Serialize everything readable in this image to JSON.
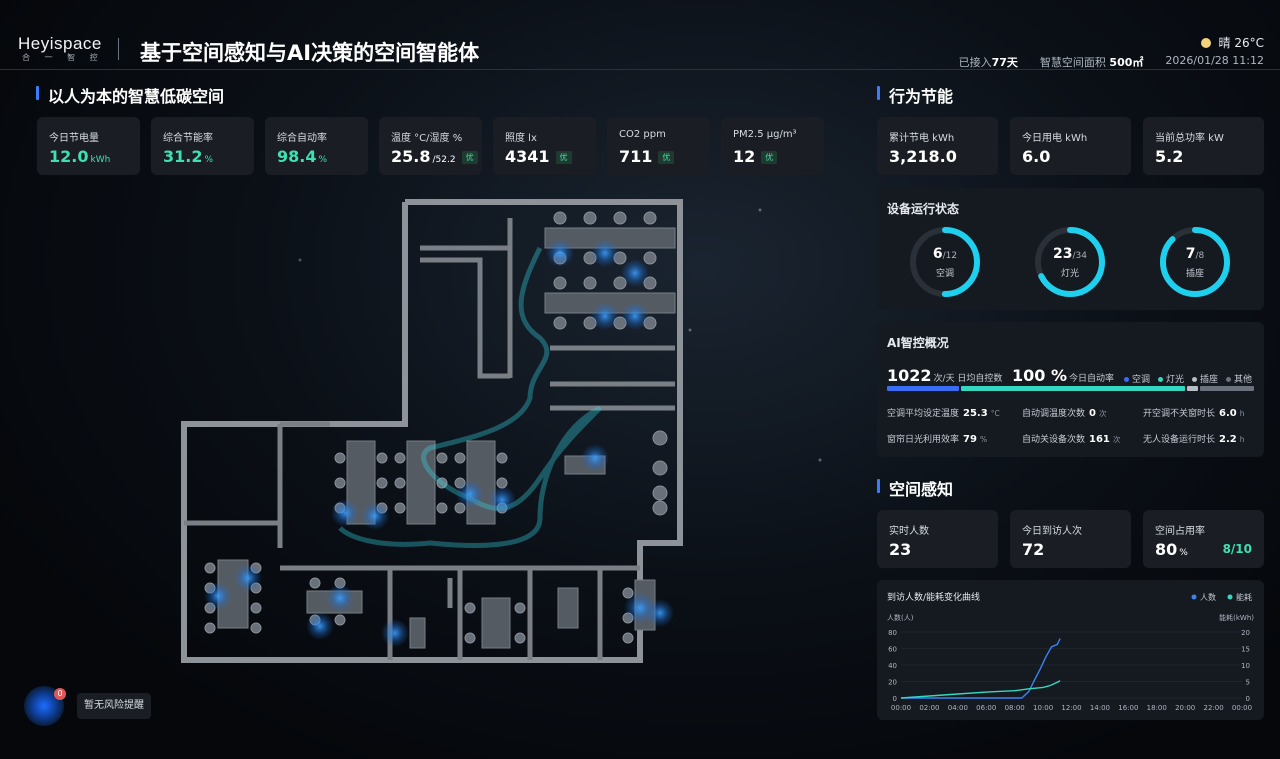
{
  "header": {
    "logo": "Heyispace",
    "logo_sub": "合 一 智 控",
    "title": "基于空间感知与AI决策的空间智能体",
    "weather": "晴 26°C",
    "connected_label": "已接入",
    "connected_value": "77天",
    "area_label": "智慧空间面积",
    "area_value": "500㎡",
    "datetime": "2026/01/28  11:12"
  },
  "left": {
    "section_title": "以人为本的智慧低碳空间",
    "metrics": [
      {
        "label": "今日节电量",
        "value": "12.0",
        "unit": "kWh",
        "tag": ""
      },
      {
        "label": "综合节能率",
        "value": "31.2",
        "unit": "%",
        "tag": ""
      },
      {
        "label": "综合自动率",
        "value": "98.4",
        "unit": "%",
        "tag": ""
      },
      {
        "label": "温度 °C/湿度 %",
        "value": "25.8",
        "unit": "/52.2",
        "tag": "优"
      },
      {
        "label": "照度 lx",
        "value": "4341",
        "unit": "",
        "tag": "优"
      },
      {
        "label": "CO2 ppm",
        "value": "711",
        "unit": "",
        "tag": "优"
      },
      {
        "label": "PM2.5 μg/m³",
        "value": "12",
        "unit": "",
        "tag": "优"
      }
    ]
  },
  "right": {
    "energy_title": "行为节能",
    "energy": [
      {
        "label": "累计节电 kWh",
        "value": "3,218.0"
      },
      {
        "label": "今日用电 kWh",
        "value": "6.0"
      },
      {
        "label": "当前总功率 kW",
        "value": "5.2"
      }
    ],
    "devices_title": "设备运行状态",
    "devices": [
      {
        "on": "6",
        "total": "/12",
        "label": "空调",
        "ratio": 0.5
      },
      {
        "on": "23",
        "total": "/34",
        "label": "灯光",
        "ratio": 0.676
      },
      {
        "on": "7",
        "total": "/8",
        "label": "插座",
        "ratio": 0.875
      }
    ],
    "ai_title": "AI智控概况",
    "ai_count": "1022",
    "ai_count_unit": "次/天 日均自控数",
    "ai_auto": "100 %",
    "ai_auto_label": "今日自动率",
    "ai_legend": [
      {
        "label": "空调",
        "color": "#3b6cf6"
      },
      {
        "label": "灯光",
        "color": "#34d8c0"
      },
      {
        "label": "插座",
        "color": "#b8bcc4"
      },
      {
        "label": "其他",
        "color": "#6b727c"
      }
    ],
    "ai_bar_shares": [
      0.2,
      0.62,
      0.03,
      0.15
    ],
    "ai_stats": [
      {
        "label": "空调平均设定温度",
        "value": "25.3",
        "unit": "°C"
      },
      {
        "label": "自动调温度次数",
        "value": "0",
        "unit": "次"
      },
      {
        "label": "开空调不关窗时长",
        "value": "6.0",
        "unit": "h"
      },
      {
        "label": "窗帘日光利用效率",
        "value": "79",
        "unit": "%"
      },
      {
        "label": "自动关设备次数",
        "value": "161",
        "unit": "次"
      },
      {
        "label": "无人设备运行时长",
        "value": "2.2",
        "unit": "h"
      }
    ],
    "space_title": "空间感知",
    "space": [
      {
        "label": "实时人数",
        "value": "23",
        "unit": "",
        "extra": ""
      },
      {
        "label": "今日到访人次",
        "value": "72",
        "unit": "",
        "extra": ""
      },
      {
        "label": "空间占用率",
        "value": "80",
        "unit": "%",
        "extra": "8/10"
      }
    ]
  },
  "chart_data": {
    "type": "line",
    "title": "到访人数/能耗变化曲线",
    "ylabel_left": "人数(人)",
    "ylabel_right": "能耗(kWh)",
    "y_left_ticks": [
      0,
      20,
      40,
      60,
      80
    ],
    "y_right_ticks": [
      0,
      5,
      10,
      15,
      20
    ],
    "ylim_left": [
      0,
      80
    ],
    "ylim_right": [
      0,
      20
    ],
    "x_ticks": [
      "00:00",
      "02:00",
      "04:00",
      "06:00",
      "08:00",
      "10:00",
      "12:00",
      "14:00",
      "16:00",
      "18:00",
      "20:00",
      "22:00",
      "00:00"
    ],
    "xlim_hours": [
      0,
      24
    ],
    "legend_placement": "top-right",
    "series": [
      {
        "name": "人数",
        "axis": "left",
        "color": "#3b82f6",
        "x": [
          0,
          8.5,
          9.0,
          9.4,
          9.8,
          10.2,
          10.6,
          11.0,
          11.2
        ],
        "y": [
          0,
          0,
          8,
          22,
          35,
          50,
          62,
          65,
          72
        ]
      },
      {
        "name": "能耗",
        "axis": "right",
        "color": "#34d8c0",
        "x": [
          0,
          2,
          4,
          6,
          8,
          9,
          10,
          10.5,
          11.0,
          11.2
        ],
        "y": [
          0,
          0.6,
          1.2,
          1.8,
          2.2,
          2.8,
          3.2,
          3.8,
          4.8,
          5.2
        ]
      }
    ]
  },
  "notice": {
    "badge": "0",
    "text": "暂无风险提醒"
  }
}
